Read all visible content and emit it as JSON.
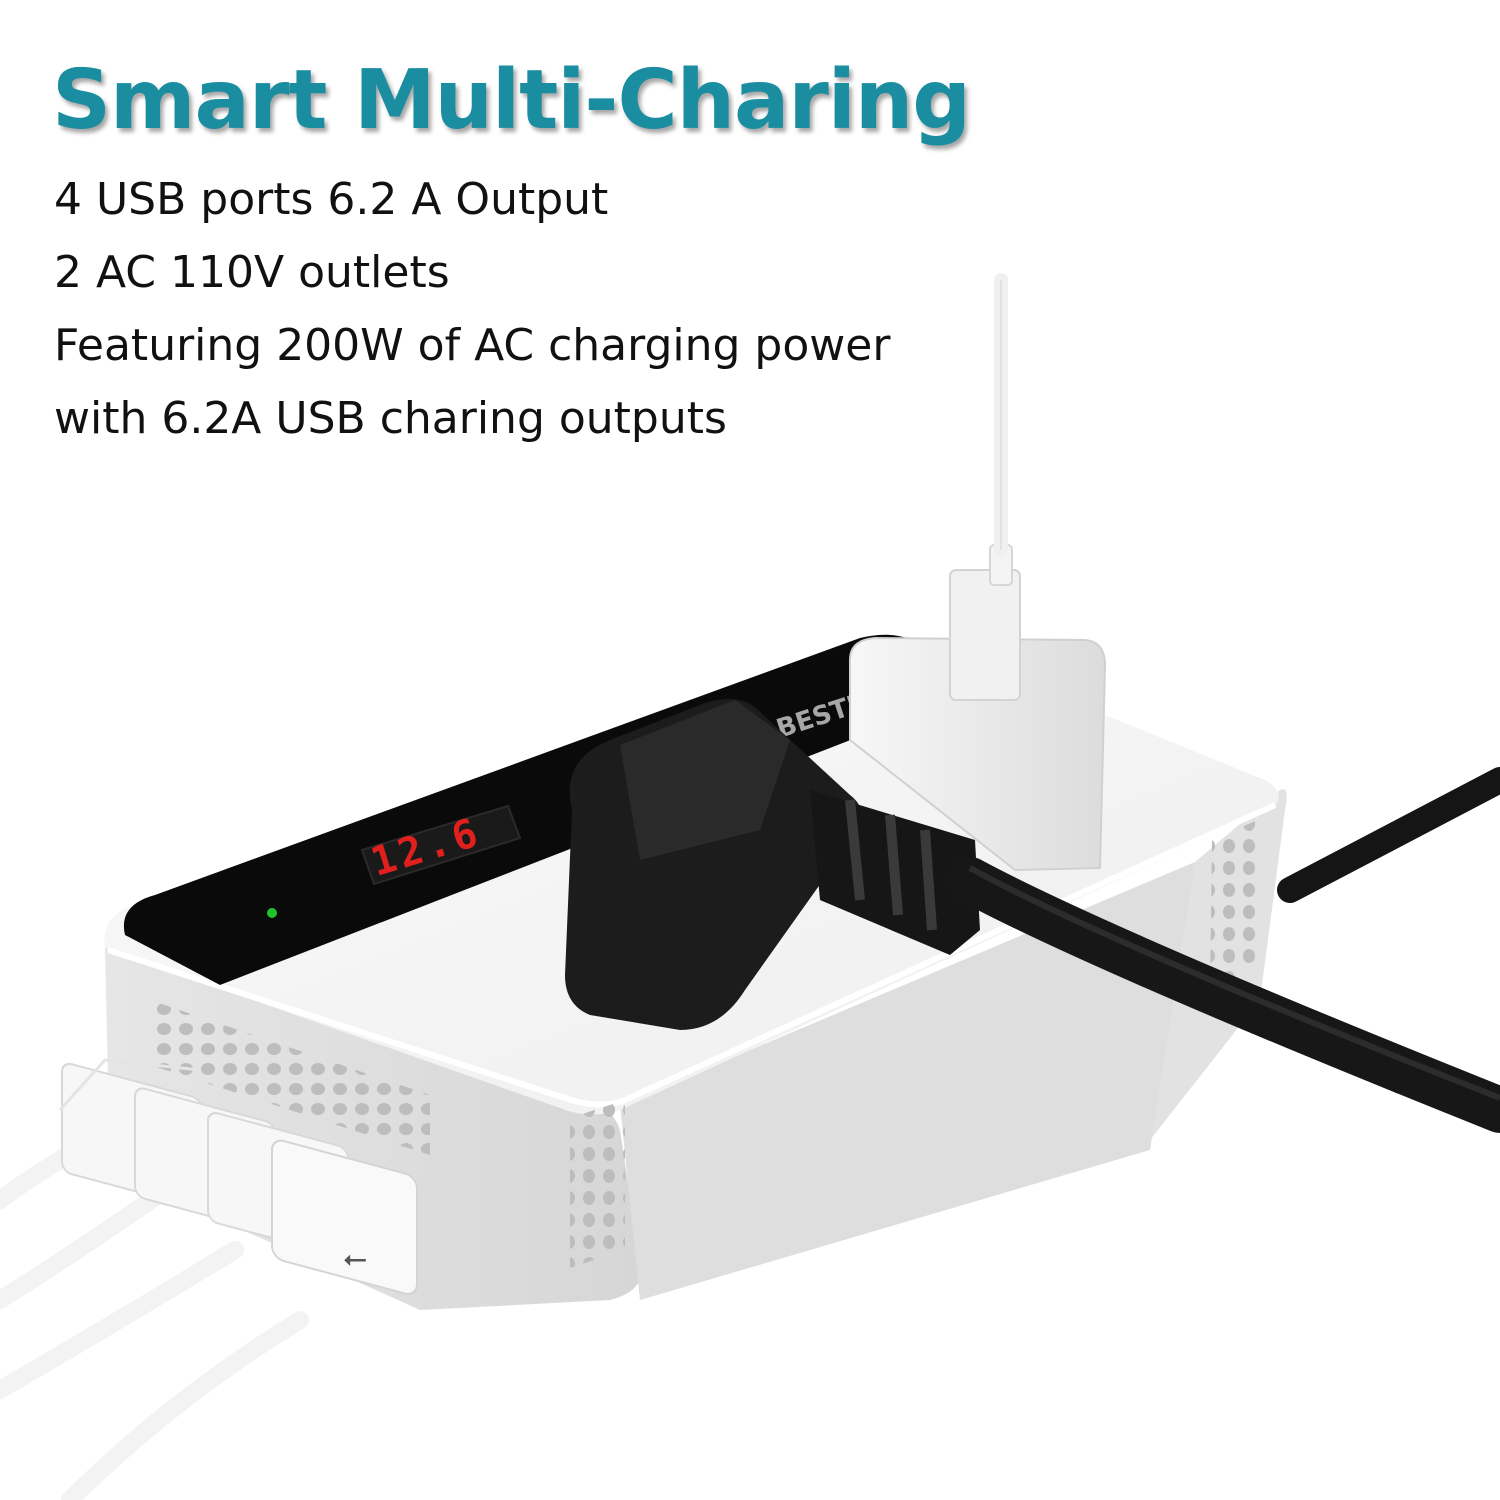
{
  "headline": "Smart Multi-Charing",
  "features": [
    "4 USB ports 6.2 A Output",
    "2 AC 110V outlets",
    "Featuring 200W of AC charging power",
    "with 6.2A USB charing outputs"
  ],
  "product": {
    "display_reading": "12.6",
    "brand_mark": "BESTEK",
    "colors": {
      "headline": "#1a8ea0",
      "body": "#f2f2f2",
      "panel": "#0a0a0a",
      "display_digits": "#e0201c",
      "status_led": "#22c22a"
    }
  }
}
